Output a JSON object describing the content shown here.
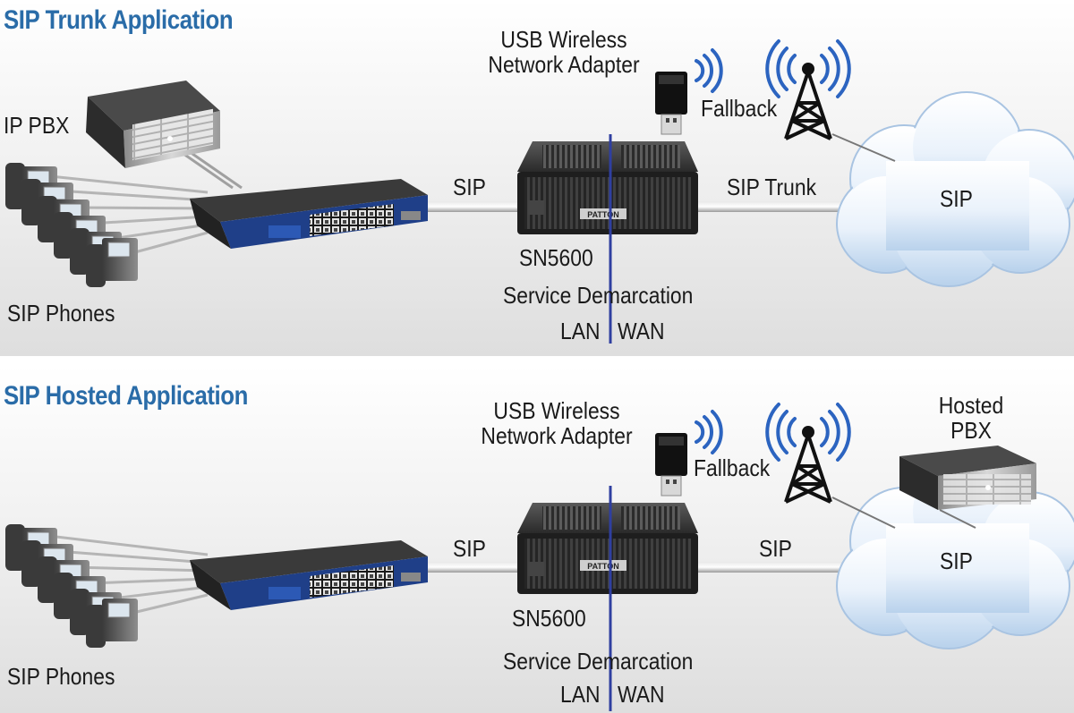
{
  "top": {
    "title": "SIP Trunk Application",
    "labels": {
      "usb_adapter": [
        "USB Wireless",
        "Network Adapter"
      ],
      "fallback": "Fallback",
      "ip_pbx": "IP PBX",
      "sip_lan": "SIP",
      "sip_trunk": "SIP Trunk",
      "sip_cloud": "SIP",
      "device_model": "SN5600",
      "service_demarcation": "Service Demarcation",
      "lan": "LAN",
      "wan": "WAN",
      "sip_phones": "SIP Phones"
    }
  },
  "bottom": {
    "title": "SIP Hosted Application",
    "labels": {
      "usb_adapter": [
        "USB Wireless",
        "Network Adapter"
      ],
      "fallback": "Fallback",
      "hosted_pbx": [
        "Hosted",
        "PBX"
      ],
      "sip_lan": "SIP",
      "sip_wan": "SIP",
      "sip_cloud": "SIP",
      "device_model": "SN5600",
      "service_demarcation": "Service Demarcation",
      "lan": "LAN",
      "wan": "WAN",
      "sip_phones": "SIP Phones"
    }
  },
  "device_brand": "PATTON",
  "colors": {
    "title": "#2a6ca8",
    "demarcation_line": "#2f3fa0",
    "switch_blue": "#1f3f88",
    "cloud": "#d6e6f6",
    "signal_blue": "#2c64c0"
  }
}
